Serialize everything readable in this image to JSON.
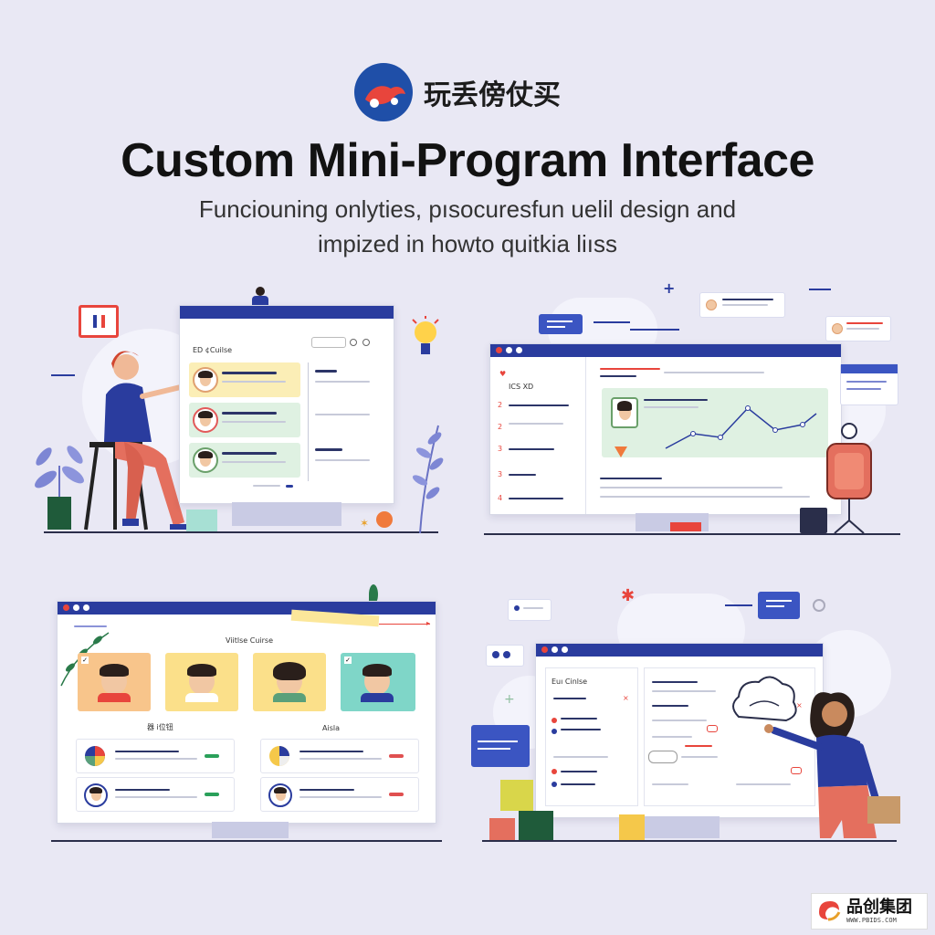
{
  "header": {
    "brand_name": "玩丢傍仗买",
    "title": "Custom Mini-Program Interface",
    "subtitle_line1": "Funciouning onlyties, pısocuresfun uelil design and",
    "subtitle_line2": "impized in howto quitkia liıss"
  },
  "panel_top_left": {
    "heading": "ED ¢Cuilse"
  },
  "panel_top_right": {
    "heading": "ICS XD",
    "rows": [
      "2",
      "2",
      "3",
      "3",
      "4"
    ]
  },
  "panel_bottom_left": {
    "heading": "Viitlse Cuirse",
    "mid_label_left": "器 i位钮",
    "mid_label_right": "Aisla"
  },
  "panel_bottom_right": {
    "heading": "Euı Cinlse"
  },
  "watermark": {
    "text": "品创集团",
    "url": "WWW.PBIDS.COM"
  },
  "colors": {
    "accent_blue": "#2a3c9e",
    "brand_red": "#e8453c",
    "green": "#2aa05a",
    "red": "#e05050"
  }
}
